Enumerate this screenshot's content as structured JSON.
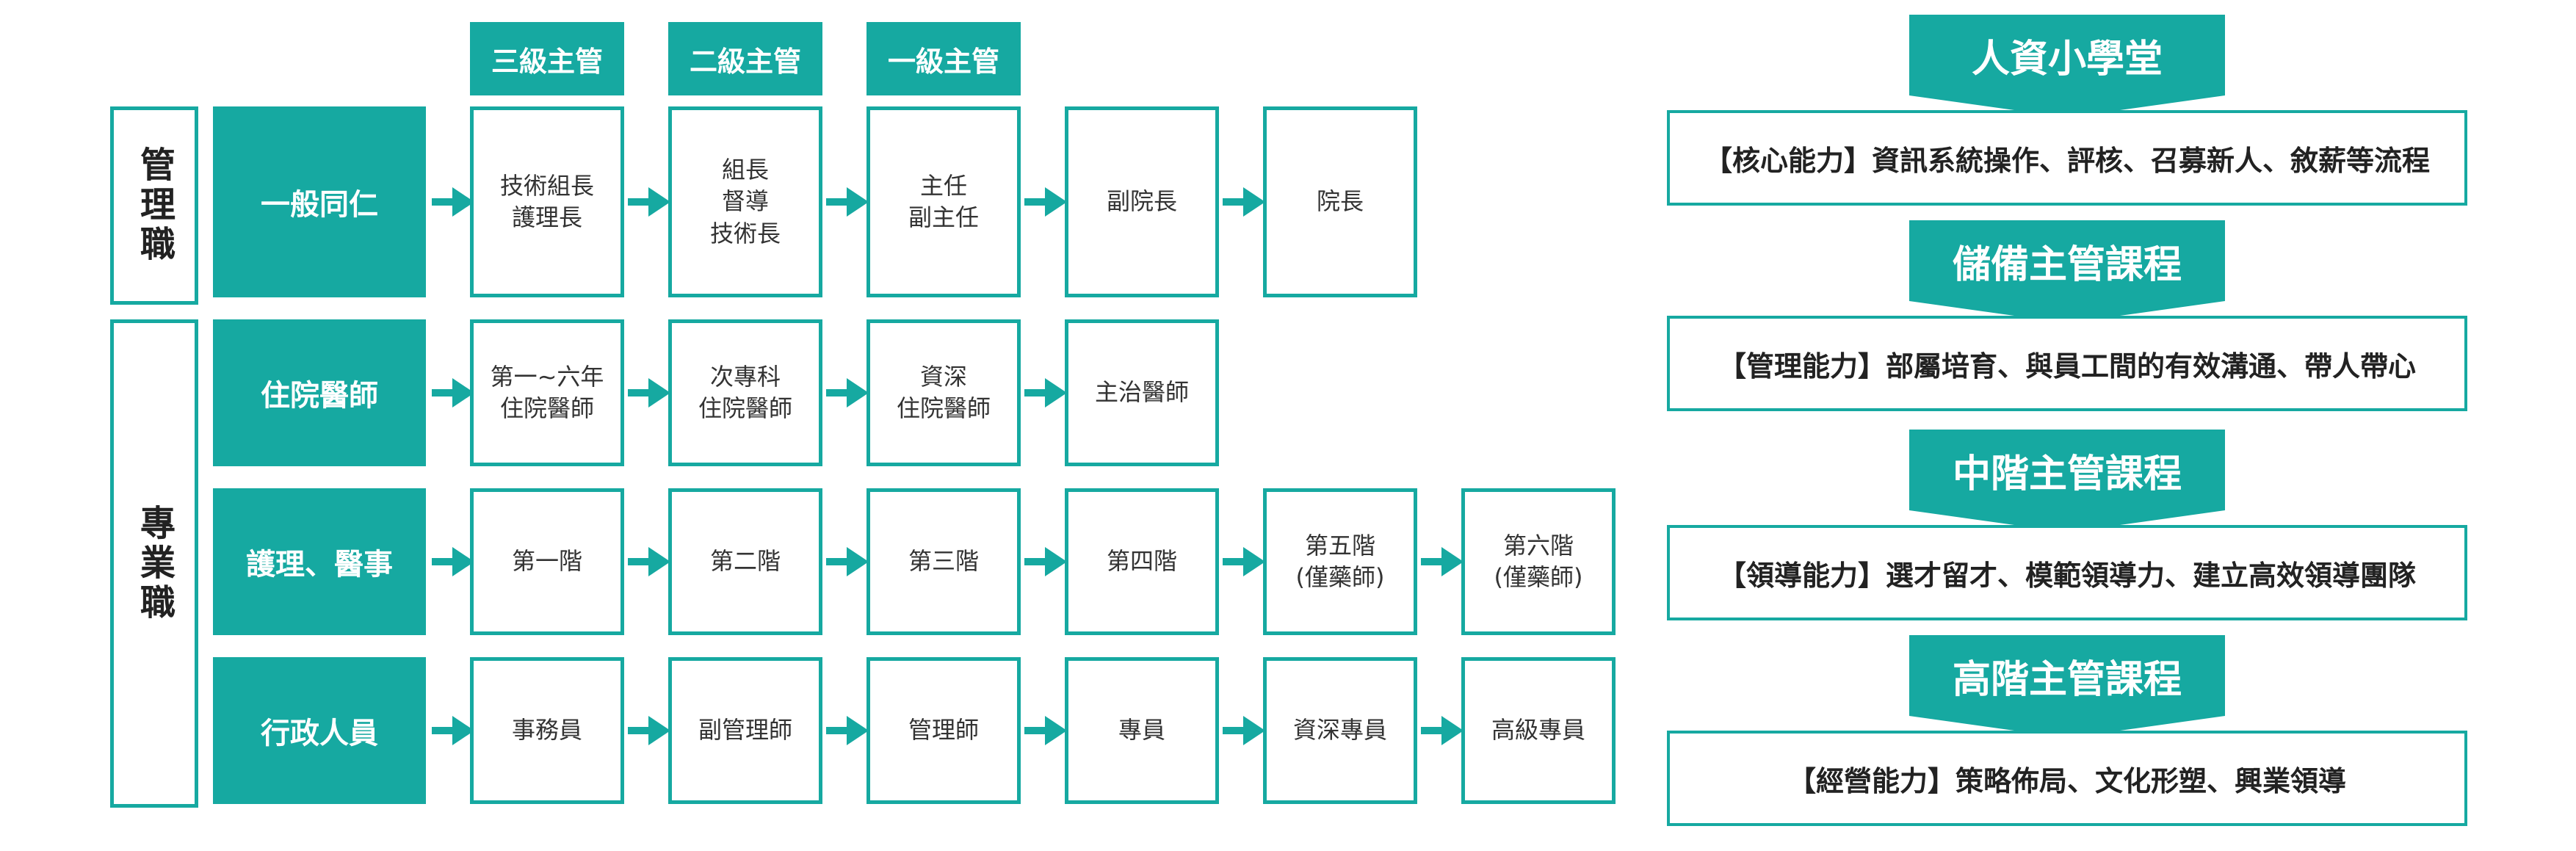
{
  "levels": {
    "l3": "三級主管",
    "l2": "二級主管",
    "l1": "一級主管"
  },
  "groups": {
    "management": "管理職",
    "professional": "專業職"
  },
  "rows": {
    "general": {
      "label": "一般同仁",
      "positions": [
        "技術組長\n護理長",
        "組長\n督導\n技術長",
        "主任\n副主任",
        "副院長",
        "院長"
      ]
    },
    "resident": {
      "label": "住院醫師",
      "positions": [
        "第一~六年\n住院醫師",
        "次專科\n住院醫師",
        "資深\n住院醫師",
        "主治醫師"
      ]
    },
    "nursing": {
      "label": "護理、醫事",
      "positions": [
        "第一階",
        "第二階",
        "第三階",
        "第四階",
        "第五階\n(僅藥師)",
        "第六階\n(僅藥師)"
      ]
    },
    "admin": {
      "label": "行政人員",
      "positions": [
        "事務員",
        "副管理師",
        "管理師",
        "專員",
        "資深專員",
        "高級專員"
      ]
    }
  },
  "courses": [
    {
      "title": "人資小學堂",
      "desc": "【核心能力】資訊系統操作、評核、召募新人、敘薪等流程"
    },
    {
      "title": "儲備主管課程",
      "desc": "【管理能力】部屬培育、與員工間的有效溝通、帶人帶心"
    },
    {
      "title": "中階主管課程",
      "desc": "【領導能力】選才留才、模範領導力、建立高效領導團隊"
    },
    {
      "title": "高階主管課程",
      "desc": "【經營能力】策略佈局、文化形塑、興業領導"
    }
  ],
  "colors": {
    "accent": "#16a9a1"
  }
}
